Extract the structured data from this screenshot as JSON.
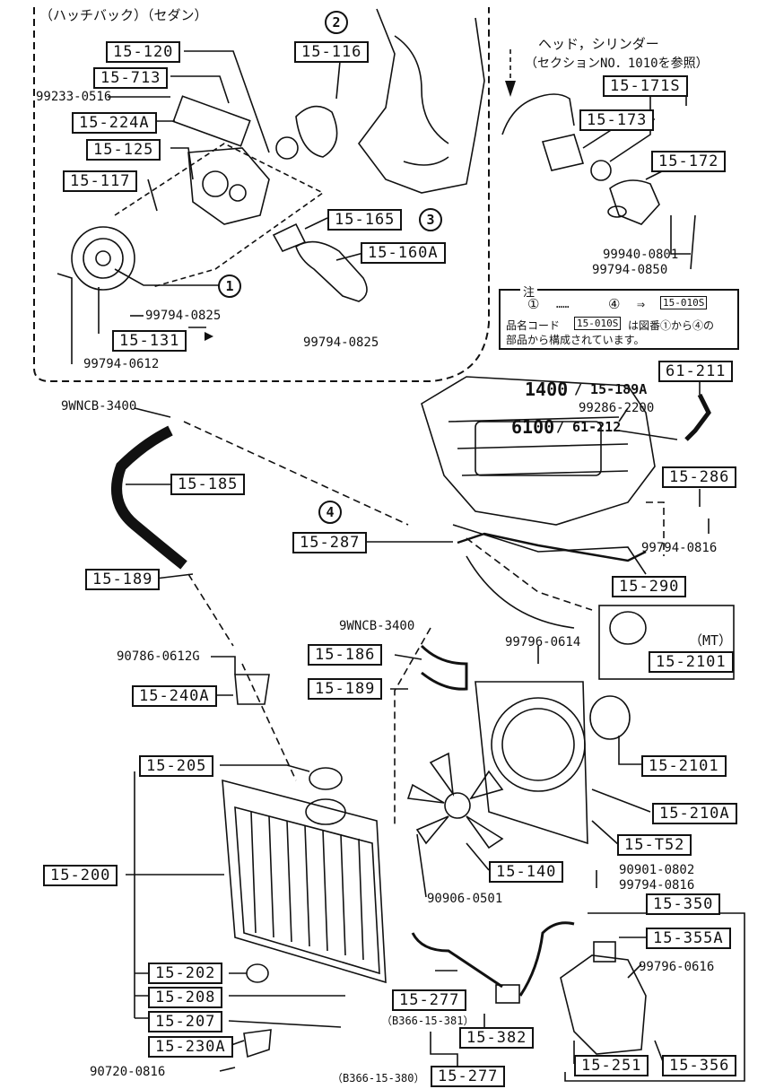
{
  "header": {
    "hatchback_sedan": "（ハッチバック）（セダン）",
    "head_cylinder": "ヘッド，シリンダー",
    "section_ref": "（セクションNO．1010を参照）"
  },
  "part_boxes": [
    "15-120",
    "15-116",
    "15-713",
    "15-224A",
    "15-125",
    "15-117",
    "15-165",
    "15-160A",
    "15-131",
    "15-171S",
    "15-173",
    "15-172",
    "61-211",
    "15-185",
    "15-286",
    "15-287",
    "15-189",
    "15-290",
    "15-186",
    "15-189",
    "15-240A",
    "15-2101",
    "15-205",
    "15-2101",
    "15-210A",
    "15-T52",
    "15-200",
    "15-140",
    "15-350",
    "15-355A",
    "15-202",
    "15-208",
    "15-207",
    "15-277",
    "15-382",
    "15-230A",
    "15-251",
    "15-356",
    "15-277"
  ],
  "part_numbers": [
    "99233-0516",
    "99794-0825",
    "99794-0825",
    "99794-0612",
    "99940-0801",
    "99794-0850",
    "9WNCB-3400",
    "99286-2200",
    "99794-0816",
    "9WNCB-3400",
    "99796-0614",
    "90786-0612G",
    "90906-0501",
    "90901-0802",
    "99794-0816",
    "99796-0616",
    "90720-0816"
  ],
  "bold_refs": {
    "r1": "1400",
    "r1b": "/ 15-189A",
    "r2": "6100",
    "r2b": "/ 61-212"
  },
  "circled": {
    "c1": "1",
    "c2": "2",
    "c3": "3",
    "c4": "4"
  },
  "mt": "（MT）",
  "sub_refs": {
    "a": "（B366-15-381）",
    "b": "（B366-15-380）"
  },
  "note": {
    "title": "注",
    "l1a": "①",
    "l1b": "……",
    "l1c": "④",
    "l1d": "⇒",
    "l1e": "15-010S",
    "l2a": "品名コード",
    "l2b": "15-010S",
    "l2c": "は図番①から④の",
    "l3": "部品から構成されています。"
  }
}
